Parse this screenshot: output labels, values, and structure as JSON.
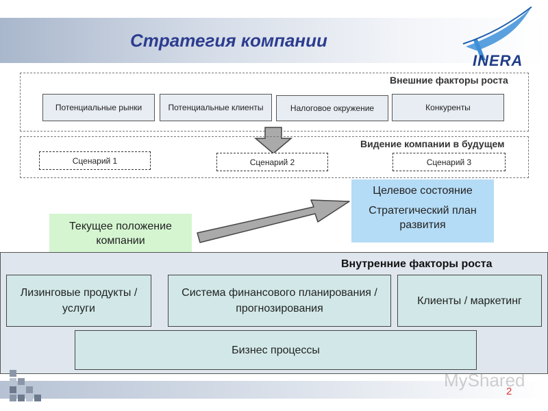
{
  "header": {
    "title": "Стратегия компании",
    "logo_text": "INERA"
  },
  "external_factors": {
    "label": "Внешние факторы роста",
    "items": [
      {
        "text": "Потенциальные рынки"
      },
      {
        "text": "Потенциальные клиенты"
      },
      {
        "text": "Налоговое окружение"
      },
      {
        "text": "Конкуренты"
      }
    ]
  },
  "vision": {
    "label": "Видение компании в будущем",
    "scenarios": [
      {
        "text": "Сценарий 1"
      },
      {
        "text": "Сценарий 2"
      },
      {
        "text": "Сценарий 3"
      }
    ]
  },
  "current_state": {
    "text": "Текущее положение компании"
  },
  "target_state": {
    "title": "Целевое состояние",
    "subtitle": "Стратегический план развития"
  },
  "internal_factors": {
    "label": "Внутренние факторы роста",
    "items": [
      {
        "text": "Лизинговые продукты / услуги"
      },
      {
        "text": "Система финансового планирования / прогнозирования"
      },
      {
        "text": "Клиенты / маркетинг"
      }
    ],
    "base": {
      "text": "Бизнес процессы"
    }
  },
  "footer": {
    "page_number": "2",
    "watermark": "MyShared"
  },
  "colors": {
    "title": "#2c3d8f",
    "current_state_bg": "#d4f5d0",
    "target_state_bg": "#b5dcf6",
    "internal_panel_bg": "#dfe6ee",
    "internal_box_bg": "#d2e8e8",
    "factor_bg": "#e7edf3",
    "arrow": "#aaaaaa"
  }
}
